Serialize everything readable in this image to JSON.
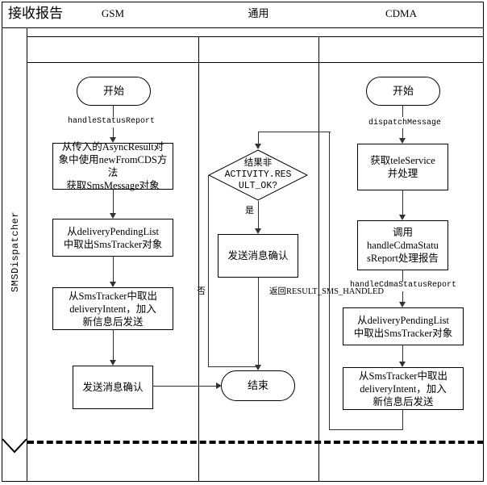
{
  "diagram": {
    "title": "接收报告",
    "type": "swimlane-flowchart",
    "lane_label": "SMSDispatcher",
    "columns": [
      {
        "id": "gsm",
        "label": "GSM"
      },
      {
        "id": "common",
        "label": "通用"
      },
      {
        "id": "cdma",
        "label": "CDMA"
      }
    ],
    "nodes": {
      "gsm_start": {
        "shape": "terminator",
        "text": "开始"
      },
      "gsm_p1": {
        "shape": "process",
        "lines": [
          "从传入的AsyncResult对",
          "象中使用newFromCDS方法",
          "获取SmsMessage对象"
        ]
      },
      "gsm_p2": {
        "shape": "process",
        "lines": [
          "从deliveryPendingList",
          "中取出SmsTracker对象"
        ]
      },
      "gsm_p3": {
        "shape": "process",
        "lines": [
          "从SmsTracker中取出",
          "deliveryIntent，加入",
          "新信息后发送"
        ]
      },
      "gsm_p4": {
        "shape": "process",
        "lines": [
          "发送消息确认"
        ]
      },
      "common_decision": {
        "shape": "decision",
        "lines": [
          "结果非",
          "ACTIVITY.RES",
          "ULT_OK?"
        ]
      },
      "common_p1": {
        "shape": "process",
        "lines": [
          "发送消息确认"
        ]
      },
      "common_end": {
        "shape": "terminator",
        "text": "结束"
      },
      "cdma_start": {
        "shape": "terminator",
        "text": "开始"
      },
      "cdma_p1": {
        "shape": "process",
        "lines": [
          "获取teleService",
          "并处理"
        ]
      },
      "cdma_p2": {
        "shape": "process",
        "lines": [
          "调用",
          "handleCdmaStatu",
          "sReport处理报告"
        ]
      },
      "cdma_p3": {
        "shape": "process",
        "lines": [
          "从deliveryPendingList",
          "中取出SmsTracker对象"
        ]
      },
      "cdma_p4": {
        "shape": "process",
        "lines": [
          "从SmsTracker中取出",
          "deliveryIntent，加入",
          "新信息后发送"
        ]
      }
    },
    "edge_labels": {
      "gsm_start_to_p1": "handleStatusReport",
      "cdma_start_to_p1": "dispatchMessage",
      "cdma_p2_to_p3": "handleCdmaStatusReport",
      "common_return": "返回RESULT_SMS_HANDLED",
      "decision_yes": "是",
      "decision_no": "否"
    },
    "colors": {
      "stroke": "#000000",
      "connector": "#333333",
      "background": "#ffffff"
    }
  }
}
